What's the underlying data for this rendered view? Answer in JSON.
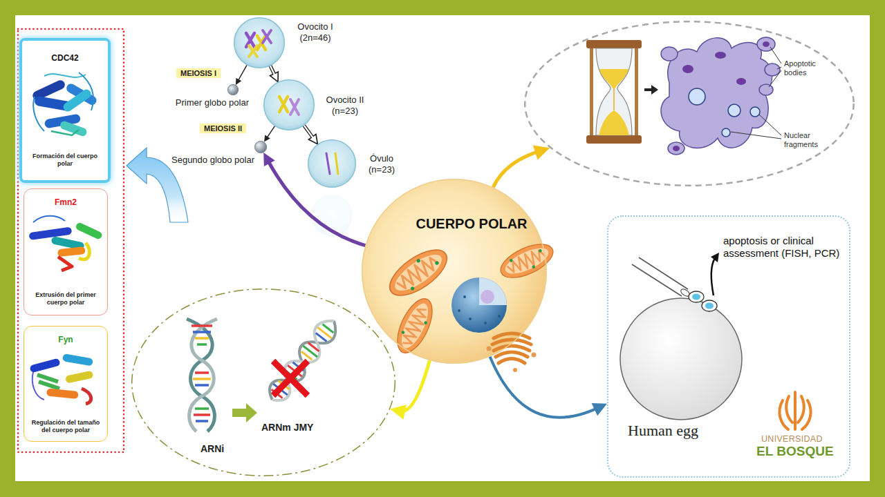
{
  "diagram": {
    "nodes": [
      {
        "text": [
          "CDC42",
          "Formación del cuerpo polar"
        ]
      },
      {
        "text": [
          "Fmn2",
          "Extrusión del primer cuerpo polar"
        ]
      },
      {
        "text": [
          "Fyn",
          "Regulación del tamaño del cuerpo polar"
        ]
      },
      {
        "text": [
          "Ovocito I (2n=46)"
        ]
      },
      {
        "text": [
          "Primer globo polar"
        ]
      },
      {
        "text": [
          "Ovocito II (n=23)"
        ]
      },
      {
        "text": [
          "Segundo globo polar"
        ]
      },
      {
        "text": [
          "Óvulo (n=23)"
        ]
      },
      {
        "text": [
          "Apoptotic bodies",
          "Nuclear fragments"
        ]
      },
      {
        "text": [
          "CUERPO POLAR"
        ]
      },
      {
        "text": [
          "ARNi",
          "ARNm JMY"
        ]
      },
      {
        "text": [
          "apoptosis or clinical assessment (FISH, PCR)",
          "Human egg"
        ]
      }
    ],
    "edges": [
      {
        "from": 3,
        "to": 4,
        "arrow": "to"
      },
      {
        "from": 3,
        "to": 5,
        "arrow": "to"
      },
      {
        "from": 5,
        "to": 6,
        "arrow": "to"
      },
      {
        "from": 5,
        "to": 7,
        "arrow": "to"
      },
      {
        "from": 9,
        "to": 6,
        "arrow": "to"
      },
      {
        "from": 9,
        "to": 8,
        "arrow": "to"
      },
      {
        "from": 9,
        "to": 10,
        "arrow": "to"
      },
      {
        "from": 9,
        "to": 11,
        "arrow": "to"
      }
    ],
    "labels": [
      "MEIOSIS I",
      "MEIOSIS II",
      "UNIVERSIDAD",
      "EL BOSQUE"
    ]
  }
}
